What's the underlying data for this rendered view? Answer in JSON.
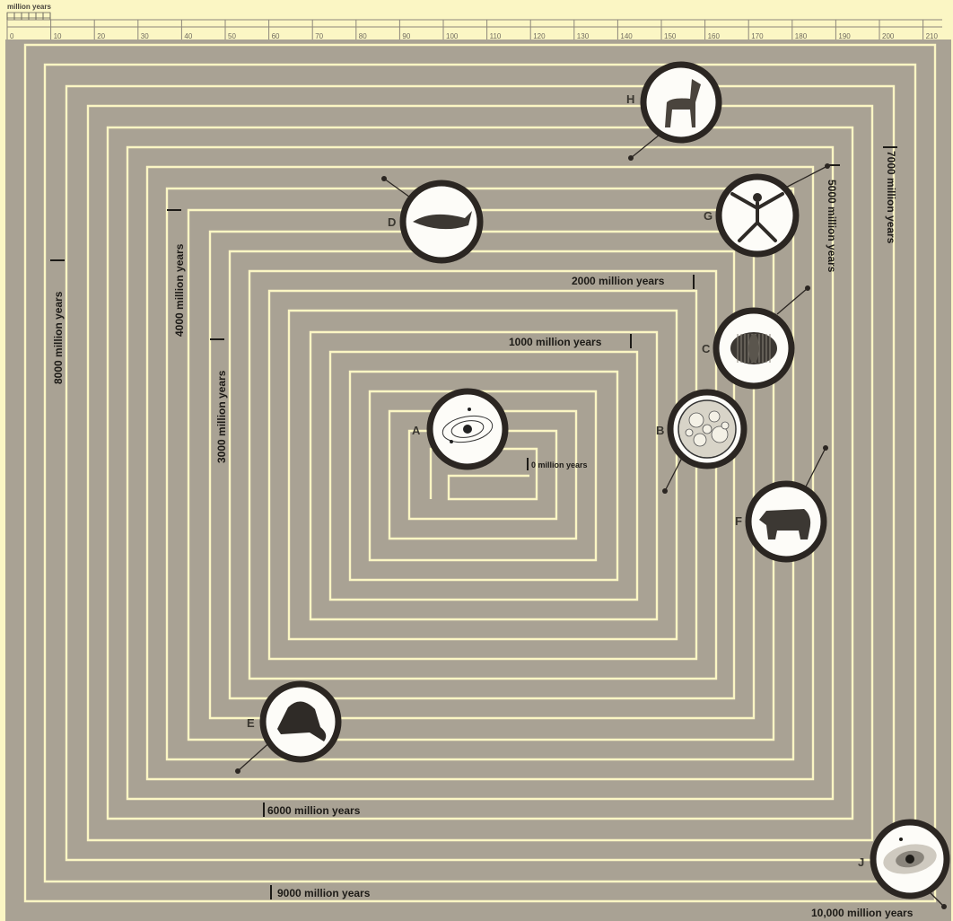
{
  "ruler": {
    "title": "million years",
    "ticks": [
      "0",
      "10",
      "20",
      "30",
      "40",
      "50",
      "60",
      "70",
      "80",
      "90",
      "100",
      "110",
      "120",
      "130",
      "140",
      "150",
      "160",
      "170",
      "180",
      "190",
      "200",
      "210"
    ]
  },
  "milestones": {
    "m0": "0 million years",
    "m1000": "1000 million years",
    "m2000": "2000 million years",
    "m3000": "3000 million years",
    "m4000": "4000 million years",
    "m5000": "5000 million years",
    "m6000": "6000 million years",
    "m7000": "7000 million years",
    "m8000": "8000 million years",
    "m9000": "9000 million years",
    "m10000": "10,000 million years"
  },
  "markers": [
    {
      "letter": "A",
      "icon": "solar-system-icon"
    },
    {
      "letter": "B",
      "icon": "cell-colony-icon"
    },
    {
      "letter": "C",
      "icon": "trilobite-icon"
    },
    {
      "letter": "D",
      "icon": "fish-fossil-icon"
    },
    {
      "letter": "E",
      "icon": "dimetrodon-icon"
    },
    {
      "letter": "F",
      "icon": "rhinoceros-icon"
    },
    {
      "letter": "G",
      "icon": "human-figure-icon"
    },
    {
      "letter": "H",
      "icon": "goat-icon"
    },
    {
      "letter": "J",
      "icon": "galaxy-icon"
    }
  ],
  "colors": {
    "background": "#fbf6c4",
    "path_band": "#a9a294",
    "path_line": "#fbf6c4",
    "marker_ring": "#2b2622",
    "marker_fill": "#fdfcf8"
  }
}
